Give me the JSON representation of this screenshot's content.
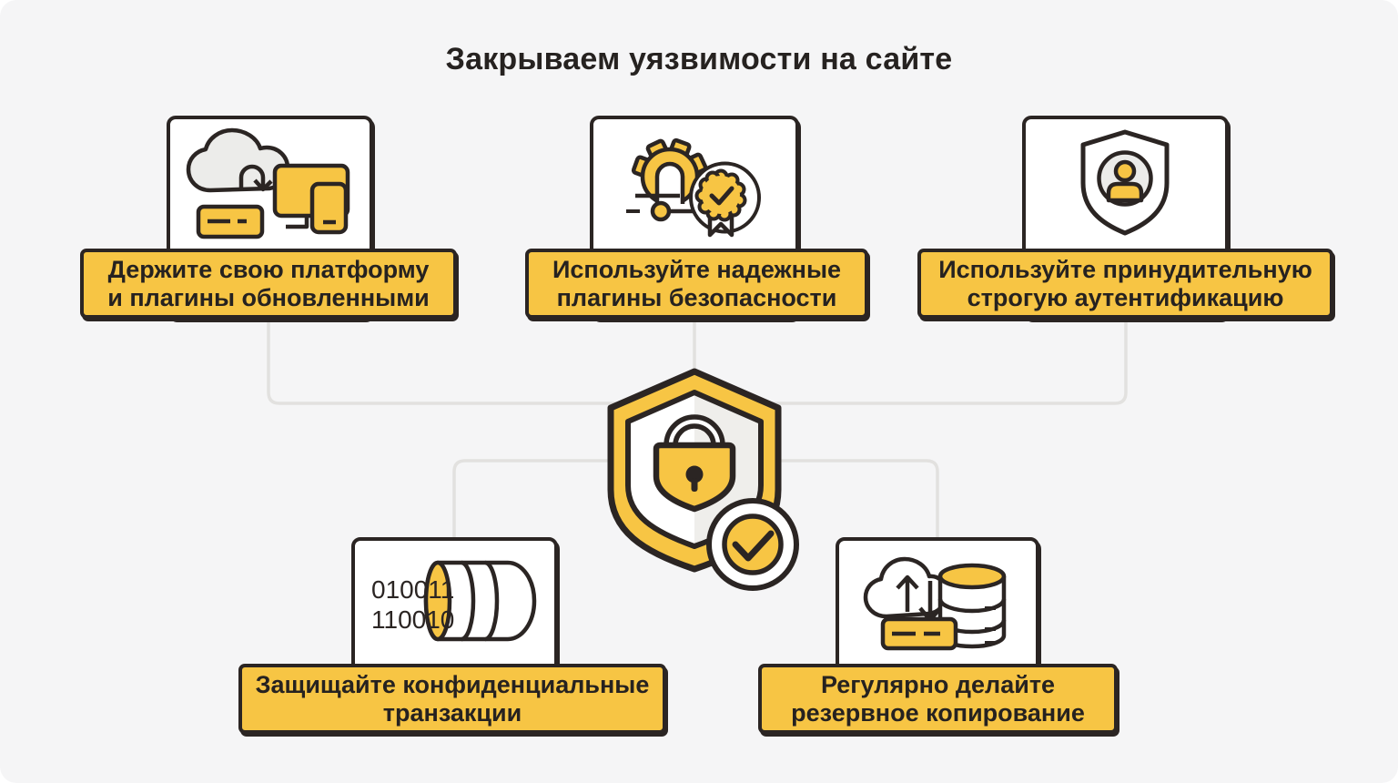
{
  "title": "Закрываем уязвимости на сайте",
  "colors": {
    "background": "#F5F5F6",
    "accent_yellow": "#F7C544",
    "outline_dark": "#2B2523",
    "connector_gray": "#E2E1DF",
    "icon_gray": "#ECECEA",
    "card_white": "#FFFFFF"
  },
  "center": {
    "icon": "shield-lock-check-icon"
  },
  "cards": [
    {
      "id": "update-platform",
      "icon": "cloud-update-devices-icon",
      "label_line1": "Держите свою платформу",
      "label_line2": "и плагины обновленными"
    },
    {
      "id": "security-plugins",
      "icon": "gear-certificate-icon",
      "label_line1": "Используйте надежные",
      "label_line2": "плагины безопасности"
    },
    {
      "id": "strong-authentication",
      "icon": "shield-user-icon",
      "label_line1": "Используйте принудительную",
      "label_line2": "строгую аутентификацию"
    },
    {
      "id": "protect-transactions",
      "icon": "binary-data-cylinder-icon",
      "binary_line1": "010011",
      "binary_line2": "110010",
      "label_line1": "Защищайте конфиденциальные",
      "label_line2": "транзакции"
    },
    {
      "id": "regular-backup",
      "icon": "cloud-backup-database-icon",
      "label_line1": "Регулярно делайте",
      "label_line2": "резервное копирование"
    }
  ]
}
